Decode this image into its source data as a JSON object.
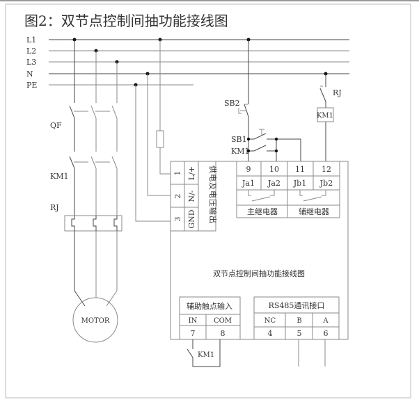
{
  "title": "图2：双节点控制间抽功能接线图",
  "buses": [
    "L1",
    "L2",
    "L3",
    "N",
    "PE"
  ],
  "labels": {
    "qf": "QF",
    "km1_main": "KM1",
    "rj_main": "RJ",
    "motor": "MOTOR",
    "sb2": "SB2",
    "sb1": "SB1",
    "km1_hold": "KM1",
    "rj_ctrl": "RJ",
    "km1_coil": "KM1",
    "km1_aux": "KM1"
  },
  "power_block": {
    "terminals": [
      {
        "num": "1",
        "label": "L/+"
      },
      {
        "num": "2",
        "label": "N/-"
      },
      {
        "num": "3",
        "label": "GND"
      }
    ],
    "caption": "供电及电压输出"
  },
  "relay_block": {
    "terminals": [
      {
        "num": "9",
        "label": "Ja1"
      },
      {
        "num": "10",
        "label": "Ja2"
      },
      {
        "num": "11",
        "label": "Jb1"
      },
      {
        "num": "12",
        "label": "Jb2"
      }
    ],
    "groups": [
      "主继电器",
      "辅继电器"
    ]
  },
  "center_title": "双节点控制间抽功能接线图",
  "aux_input": {
    "header": "辅助触点输入",
    "terminals": [
      {
        "label": "IN",
        "num": "7"
      },
      {
        "label": "COM",
        "num": "8"
      }
    ]
  },
  "rs485": {
    "header": "RS485通讯接口",
    "terminals": [
      {
        "label": "NC",
        "num": "4"
      },
      {
        "label": "B",
        "num": "5"
      },
      {
        "label": "A",
        "num": "6"
      }
    ]
  }
}
